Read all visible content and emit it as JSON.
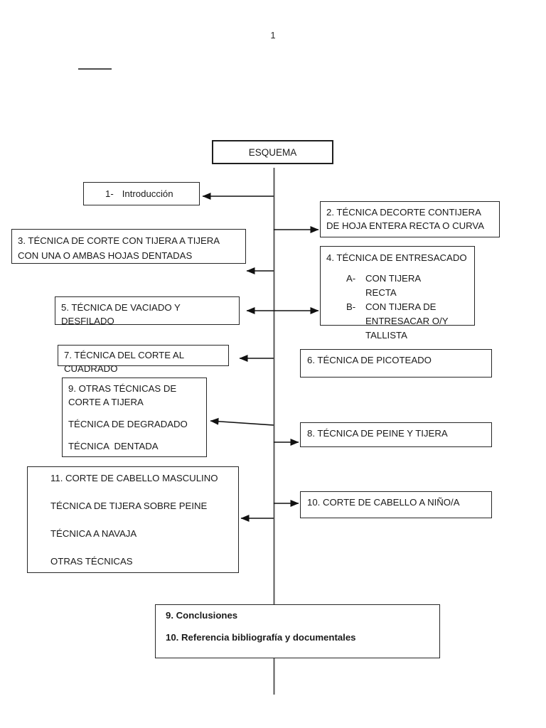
{
  "page": {
    "number": "1"
  },
  "colors": {
    "center_line": "#595959",
    "arrow": "#111111",
    "box_border": "#262626",
    "text": "#1a1a1a"
  },
  "diagram": {
    "root_label": "ESQUEMA",
    "intro": {
      "marker": "1-",
      "label": "Introducción"
    },
    "box2": {
      "text": "2. TÉCNICA DECORTE CONTIJERA DE HOJA ENTERA RECTA O CURVA"
    },
    "box3": {
      "text": "3. TÉCNICA DE CORTE CON TIJERA A TIJERA CON UNA O AMBAS HOJAS DENTADAS"
    },
    "box4": {
      "title": "4. TÉCNICA DE ENTRESACADO",
      "items": [
        {
          "marker": "A-",
          "text": "CON TIJERA RECTA"
        },
        {
          "marker": "B-",
          "text": "CON TIJERA DE ENTRESACAR O/Y TALLISTA"
        }
      ]
    },
    "box5": {
      "text": "5. TÉCNICA DE VACIADO Y DESFILADO"
    },
    "box6": {
      "text": "6. TÉCNICA DE PICOTEADO"
    },
    "box7": {
      "text": "7. TÉCNICA DEL CORTE AL CUADRADO"
    },
    "box8": {
      "text": "8. TÉCNICA DE PEINE Y TIJERA"
    },
    "box9": {
      "paragraphs": [
        "9. OTRAS TÉCNICAS DE CORTE A TIJERA",
        "TÉCNICA DE DEGRADADO",
        "TÉCNICA  DENTADA"
      ]
    },
    "box10": {
      "text": "10. CORTE DE CABELLO A NIÑO/A"
    },
    "box11": {
      "paragraphs": [
        "11. CORTE DE CABELLO MASCULINO",
        "TÉCNICA DE TIJERA SOBRE PEINE",
        "TÉCNICA A NAVAJA",
        "OTRAS TÉCNICAS"
      ]
    },
    "conclusions": {
      "paragraphs": [
        "9. Conclusiones",
        "10. Referencia bibliografía y documentales"
      ]
    }
  }
}
